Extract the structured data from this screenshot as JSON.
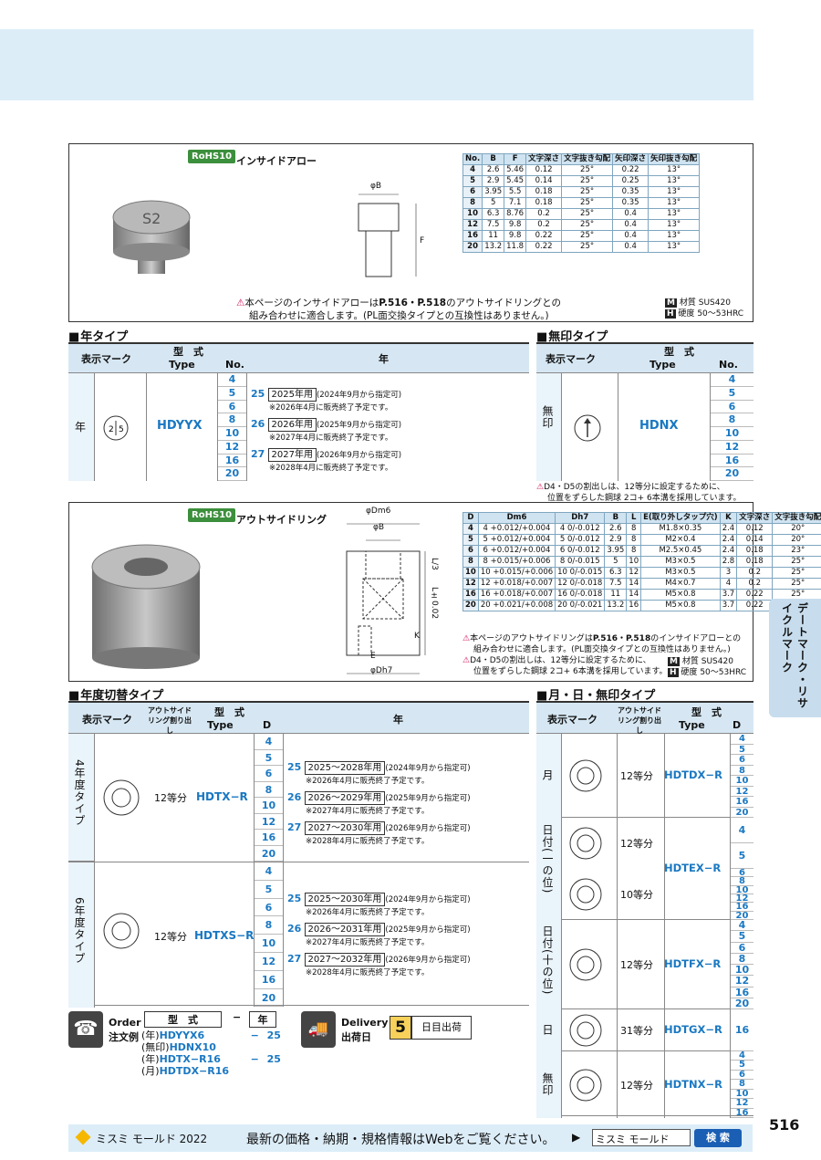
{
  "rohs": "RoHS10",
  "p1": {
    "title": "インサイドアロー",
    "dimB": "φB",
    "dimF": "F",
    "headers": [
      "No.",
      "B",
      "F",
      "文字深さ",
      "文字抜き勾配",
      "矢印深さ",
      "矢印抜き勾配"
    ],
    "rows": [
      [
        "4",
        "2.6",
        "5.46",
        "0.12",
        "25°",
        "0.22",
        "13°"
      ],
      [
        "5",
        "2.9",
        "5.45",
        "0.14",
        "25°",
        "0.25",
        "13°"
      ],
      [
        "6",
        "3.95",
        "5.5",
        "0.18",
        "25°",
        "0.35",
        "13°"
      ],
      [
        "8",
        "5",
        "7.1",
        "0.18",
        "25°",
        "0.35",
        "13°"
      ],
      [
        "10",
        "6.3",
        "8.76",
        "0.2",
        "25°",
        "0.4",
        "13°"
      ],
      [
        "12",
        "7.5",
        "9.8",
        "0.2",
        "25°",
        "0.4",
        "13°"
      ],
      [
        "16",
        "11",
        "9.8",
        "0.22",
        "25°",
        "0.4",
        "13°"
      ],
      [
        "20",
        "13.2",
        "11.8",
        "0.22",
        "25°",
        "0.4",
        "13°"
      ]
    ],
    "note1": "本ページのインサイドアローは",
    "note1b": "P.516・P.518",
    "note1c": "のアウトサイドリングとの",
    "note2": "組み合わせに適合します。(PL面交換タイプとの互換性はありません。)",
    "mat_label": "材質",
    "mat": "SUS420",
    "hard_label": "硬度",
    "hard": "50〜53HRC"
  },
  "nen": {
    "title": "年タイプ",
    "h_mark": "表示マーク",
    "h_type_g": "型　式",
    "h_type": "Type",
    "h_no": "No.",
    "h_year": "年",
    "mark": "年",
    "type": "HDYYX",
    "nos": [
      "4",
      "5",
      "6",
      "8",
      "10",
      "12",
      "16",
      "20"
    ],
    "years": [
      {
        "n": "25",
        "b": "2025年用",
        "r": "(2024年9月から指定可)",
        "s": "※2026年4月に販売終了予定です。"
      },
      {
        "n": "26",
        "b": "2026年用",
        "r": "(2025年9月から指定可)",
        "s": "※2027年4月に販売終了予定です。"
      },
      {
        "n": "27",
        "b": "2027年用",
        "r": "(2026年9月から指定可)",
        "s": "※2028年4月に販売終了予定です。"
      }
    ]
  },
  "muin": {
    "title": "無印タイプ",
    "h_mark": "表示マーク",
    "h_type_g": "型　式",
    "h_type": "Type",
    "h_no": "No.",
    "mark": "無印",
    "type": "HDNX",
    "nos": [
      "4",
      "5",
      "6",
      "8",
      "10",
      "12",
      "16",
      "20"
    ],
    "note1": "D4・D5の割出しは、12等分に設定するために、",
    "note2": "位置をずらした鋼球 2コ+ 6本溝を採用しています。"
  },
  "p2": {
    "title": "アウトサイドリング",
    "dimDm6": "φDm6",
    "dimB": "φB",
    "dimL3": "L/3",
    "dimL": "L±0.02",
    "dimK": "K",
    "dimE": "E",
    "dimDh7": "φDh7",
    "headers": [
      "D",
      "Dm6",
      "Dh7",
      "B",
      "L",
      "E(取り外しタップ穴)",
      "K",
      "文字深さ",
      "文字抜き勾配"
    ],
    "rows": [
      [
        "4",
        "4 +0.012/+0.004",
        "4 0/-0.012",
        "2.6",
        "8",
        "M1.8×0.35",
        "2.4",
        "0.12",
        "20°"
      ],
      [
        "5",
        "5 +0.012/+0.004",
        "5 0/-0.012",
        "2.9",
        "8",
        "M2×0.4",
        "2.4",
        "0.14",
        "20°"
      ],
      [
        "6",
        "6 +0.012/+0.004",
        "6 0/-0.012",
        "3.95",
        "8",
        "M2.5×0.45",
        "2.4",
        "0.18",
        "23°"
      ],
      [
        "8",
        "8 +0.015/+0.006",
        "8 0/-0.015",
        "5",
        "10",
        "M3×0.5",
        "2.8",
        "0.18",
        "25°"
      ],
      [
        "10",
        "10 +0.015/+0.006",
        "10 0/-0.015",
        "6.3",
        "12",
        "M3×0.5",
        "3",
        "0.2",
        "25°"
      ],
      [
        "12",
        "12 +0.018/+0.007",
        "12 0/-0.018",
        "7.5",
        "14",
        "M4×0.7",
        "4",
        "0.2",
        "25°"
      ],
      [
        "16",
        "16 +0.018/+0.007",
        "16 0/-0.018",
        "11",
        "14",
        "M5×0.8",
        "3.7",
        "0.22",
        "25°"
      ],
      [
        "20",
        "20 +0.021/+0.008",
        "20 0/-0.021",
        "13.2",
        "16",
        "M5×0.8",
        "3.7",
        "0.22",
        "25°"
      ]
    ],
    "note1": "本ページのアウトサイドリングは",
    "note1b": "P.516・P.518",
    "note1c": "のインサイドアローとの",
    "note2": "組み合わせに適合します。(PL面交換タイプとの互換性はありません。)",
    "note3": "D4・D5の割出しは、12等分に設定するために、",
    "note4": "位置をずらした鋼球 2コ+ 6本溝を採用しています。",
    "mat_label": "材質",
    "mat": "SUS420",
    "hard_label": "硬度",
    "hard": "50〜53HRC"
  },
  "nendo": {
    "title": "年度切替タイプ",
    "h_mark": "表示マーク",
    "h_ring": "アウトサイドリング割り出し",
    "h_type_g": "型　式",
    "h_type": "Type",
    "h_d": "D",
    "h_year": "年",
    "g1": {
      "mark": "4年度タイプ",
      "ring": "12等分",
      "type": "HDTX−R",
      "nos": [
        "4",
        "5",
        "6",
        "8",
        "10",
        "12",
        "16",
        "20"
      ],
      "years": [
        {
          "n": "25",
          "b": "2025〜2028年用",
          "r": "(2024年9月から指定可)",
          "s": "※2026年4月に販売終了予定です。"
        },
        {
          "n": "26",
          "b": "2026〜2029年用",
          "r": "(2025年9月から指定可)",
          "s": "※2027年4月に販売終了予定です。"
        },
        {
          "n": "27",
          "b": "2027〜2030年用",
          "r": "(2026年9月から指定可)",
          "s": "※2028年4月に販売終了予定です。"
        }
      ]
    },
    "g2": {
      "mark": "6年度タイプ",
      "ring": "12等分",
      "type": "HDTXS−R",
      "nos": [
        "4",
        "5",
        "6",
        "8",
        "10",
        "12",
        "16",
        "20"
      ],
      "years": [
        {
          "n": "25",
          "b": "2025〜2030年用",
          "r": "(2024年9月から指定可)",
          "s": "※2026年4月に販売終了予定です。"
        },
        {
          "n": "26",
          "b": "2026〜2031年用",
          "r": "(2025年9月から指定可)",
          "s": "※2027年4月に販売終了予定です。"
        },
        {
          "n": "27",
          "b": "2027〜2032年用",
          "r": "(2026年9月から指定可)",
          "s": "※2028年4月に販売終了予定です。"
        }
      ]
    }
  },
  "tsuki": {
    "title": "月・日・無印タイプ",
    "h_mark": "表示マーク",
    "h_ring": "アウトサイドリング割り出し",
    "h_type_g": "型　式",
    "h_type": "Type",
    "h_d": "D",
    "rows": [
      {
        "mark": "月",
        "ring": "12等分",
        "type": "HDTDX−R",
        "nos": [
          "4",
          "5",
          "6",
          "8",
          "10",
          "12",
          "16",
          "20"
        ]
      },
      {
        "mark": "日付(一の位)",
        "ring": "12等分",
        "ring2": "10等分",
        "type": "HDTEX−R",
        "nosA": [
          "4",
          "5"
        ],
        "nosB": [
          "6",
          "8",
          "10",
          "12",
          "16",
          "20"
        ]
      },
      {
        "mark": "日付(十の位)",
        "ring": "12等分",
        "type": "HDTFX−R",
        "nos": [
          "4",
          "5",
          "6",
          "8",
          "10",
          "12",
          "16",
          "20"
        ]
      },
      {
        "mark": "日",
        "ring": "31等分",
        "type": "HDTGX−R",
        "nos": [
          "16"
        ]
      },
      {
        "mark": "無印",
        "ring": "12等分",
        "type": "HDTNX−R",
        "nos": [
          "4",
          "5",
          "6",
          "8",
          "10",
          "12",
          "16"
        ]
      }
    ]
  },
  "order": {
    "label": "Order",
    "label2": "注文例",
    "h1": "型　式",
    "dash": "−",
    "h2": "年",
    "lines": [
      {
        "p": "(年)",
        "t": "HDYYX6",
        "d": "−",
        "y": "25"
      },
      {
        "p": "(無印)",
        "t": "HDNX10",
        "d": "",
        "y": ""
      },
      {
        "p": "(年)",
        "t": "HDTX−R16",
        "d": "−",
        "y": "25"
      },
      {
        "p": "(月)",
        "t": "HDTDX−R16",
        "d": "",
        "y": ""
      }
    ]
  },
  "delivery": {
    "label": "Delivery",
    "label2": "出荷日",
    "days": "5",
    "unit": "日目出荷"
  },
  "side_tab": "デートマーク・リサイクルマーク",
  "footer": {
    "brand": "ミスミ モールド 2022",
    "msg": "最新の価格・納期・規格情報はWebをご覧ください。",
    "search_value": "ミスミ モールド",
    "search_btn": "検 索"
  },
  "page_no": "516"
}
